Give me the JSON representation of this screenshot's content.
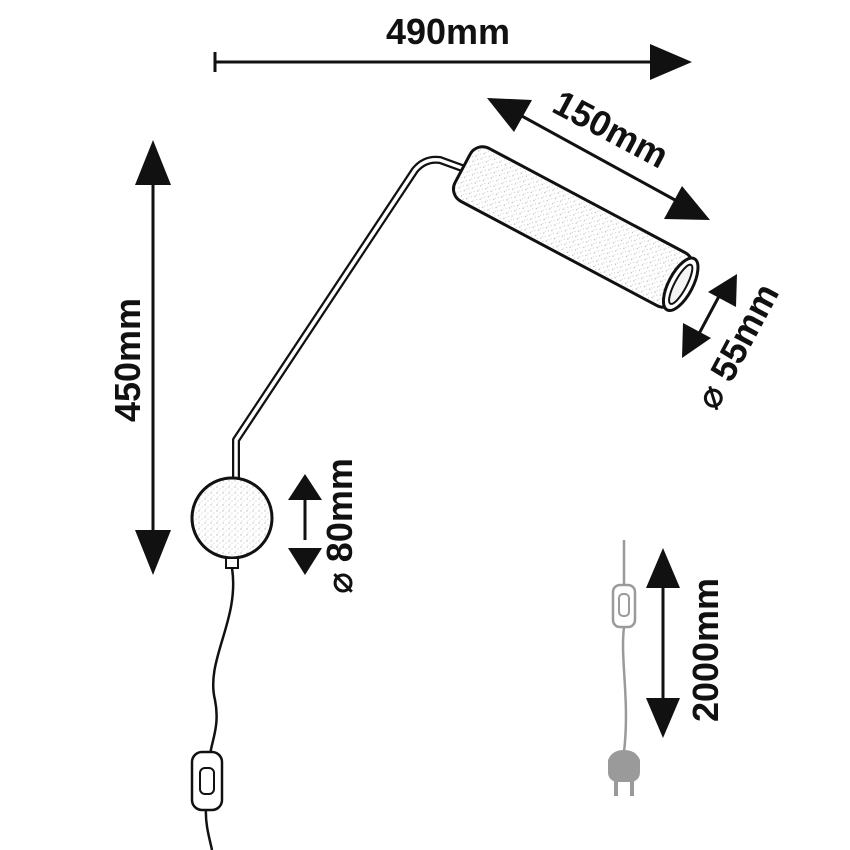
{
  "dimensions": {
    "width": "490mm",
    "height": "450mm",
    "shade_length": "150mm",
    "shade_diameter": "⌀ 55mm",
    "base_diameter": "⌀ 80mm",
    "cable_length": "2000mm"
  },
  "colors": {
    "ink": "#111111",
    "cable_grey": "#9a9a9a",
    "fill_speckle": "#d8d8d8"
  },
  "icons": {
    "plug": "plug-icon",
    "switch": "inline-switch-icon"
  }
}
